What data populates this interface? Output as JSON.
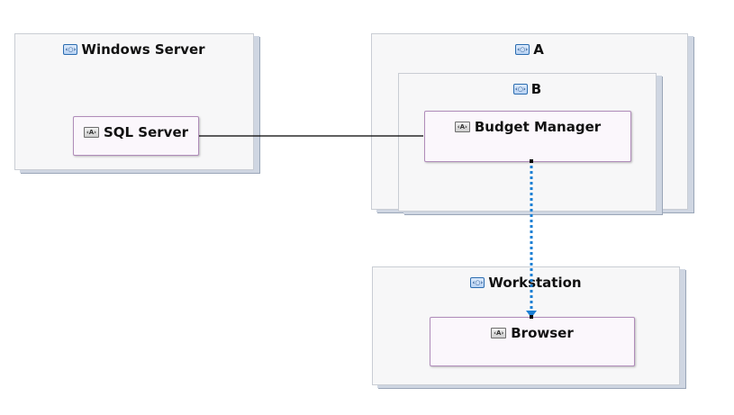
{
  "nodes": {
    "windows_server": {
      "label": "Windows Server"
    },
    "a": {
      "label": "A"
    },
    "b": {
      "label": "B"
    },
    "workstation": {
      "label": "Workstation"
    }
  },
  "artifacts": {
    "sql_server": {
      "label": "SQL Server"
    },
    "budget_manager": {
      "label": "Budget Manager"
    },
    "browser": {
      "label": "Browser"
    }
  },
  "icons": {
    "node": "node-icon",
    "artifact": "artifact-icon"
  },
  "connections": [
    {
      "from": "SQL Server",
      "to": "Budget Manager",
      "style": "solid",
      "color": "#000000"
    },
    {
      "from": "Budget Manager",
      "to": "Browser",
      "style": "dotted-arrow",
      "color": "#1a7fd4"
    }
  ]
}
